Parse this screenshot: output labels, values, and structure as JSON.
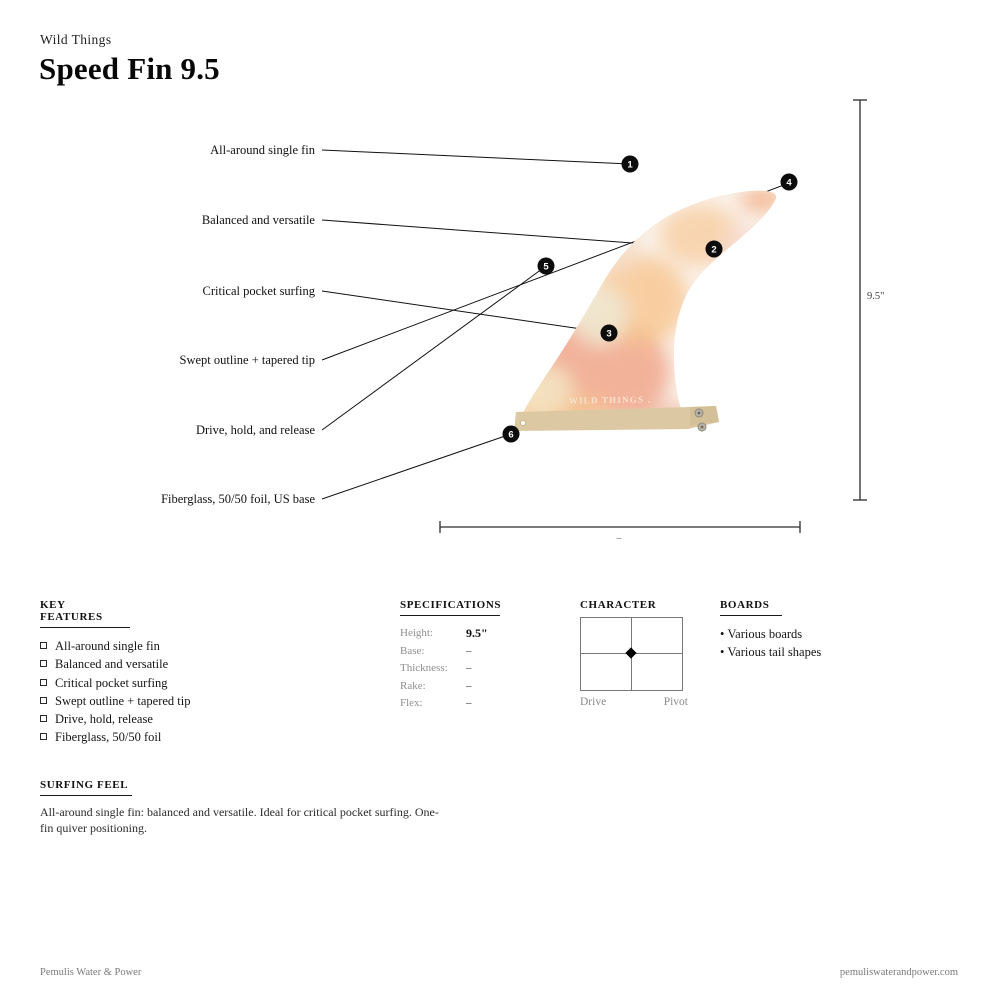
{
  "header": {
    "brand": "Wild Things",
    "title": "Speed Fin 9.5"
  },
  "callouts": [
    {
      "num": "1",
      "label": "All-around single fin"
    },
    {
      "num": "2",
      "label": "Balanced and versatile"
    },
    {
      "num": "3",
      "label": "Critical pocket surfing"
    },
    {
      "num": "4",
      "label": "Swept outline + tapered tip"
    },
    {
      "num": "5",
      "label": "Drive, hold, and release"
    },
    {
      "num": "6",
      "label": "Fiberglass, 50/50 foil, US base"
    }
  ],
  "dimensions": {
    "height": "9.5\"",
    "width": "–"
  },
  "fin": {
    "watermark": "WILD THINGS ."
  },
  "key_features": {
    "heading": "KEY FEATURES",
    "items": [
      "All-around single fin",
      "Balanced and versatile",
      "Critical pocket surfing",
      "Swept outline + tapered tip",
      "Drive, hold, release",
      "Fiberglass, 50/50 foil"
    ]
  },
  "specifications": {
    "heading": "SPECIFICATIONS",
    "rows": [
      {
        "label": "Height:",
        "value": "9.5\""
      },
      {
        "label": "Base:",
        "value": "–"
      },
      {
        "label": "Thickness:",
        "value": "–"
      },
      {
        "label": "Rake:",
        "value": "–"
      },
      {
        "label": "Flex:",
        "value": "–"
      }
    ]
  },
  "character": {
    "heading": "CHARACTER",
    "left_label": "Drive",
    "right_label": "Pivot"
  },
  "boards": {
    "heading": "BOARDS",
    "items": [
      "Various boards",
      "Various tail shapes"
    ]
  },
  "surfing_feel": {
    "heading": "SURFING FEEL",
    "text": "All-around single fin: balanced and versatile. Ideal for critical pocket surfing. One-fin quiver positioning."
  },
  "footer": {
    "left": "Pemulis Water & Power",
    "right": "pemuliswaterandpower.com"
  },
  "colors": {
    "accent_salmon": "#f0a287",
    "accent_orange": "#f7c38a",
    "accent_cream": "#efe8d0",
    "base_plate_tan": "#dcc9a4",
    "marker_black": "#0c0c0c"
  }
}
